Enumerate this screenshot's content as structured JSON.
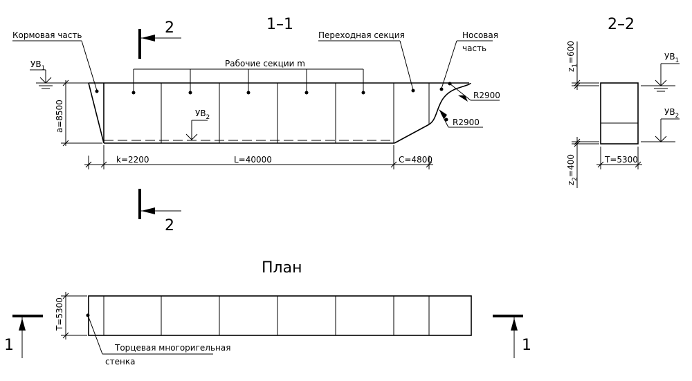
{
  "titles": {
    "section_1": "1–1",
    "section_2": "2–2",
    "plan": "План"
  },
  "section_marks": {
    "two": "2",
    "one": "1"
  },
  "labels": {
    "stern": "Кормовая часть",
    "working_sections": "Рабочие секции m",
    "transition_section": "Переходная секция",
    "bow_line1": "Носовая",
    "bow_line2": "часть",
    "end_wall_line1": "Торцевая многоригельная",
    "end_wall_line2": "стенка"
  },
  "water_levels": {
    "uv1_main": "УВ",
    "uv1_sub": "1",
    "uv2_main": "УВ",
    "uv2_sub": "2"
  },
  "dimensions": {
    "height_a": "a=8500",
    "k": "k=2200",
    "L": "L=40000",
    "C": "C=4800",
    "radius_1": "R2900",
    "radius_2": "R2900",
    "z1_main": "z",
    "z1_sub": "1",
    "z1_val": "=600",
    "z2_main": "z",
    "z2_sub": "2",
    "z2_val": "=400",
    "T_section": "T=5300",
    "T_plan": "T=5300"
  }
}
